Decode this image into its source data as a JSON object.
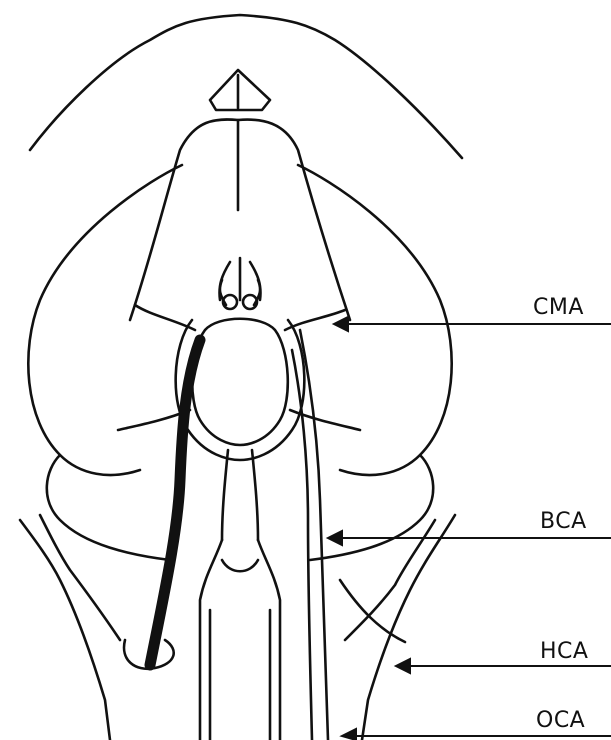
{
  "labels": {
    "cma": "CMA",
    "bca": "BCA",
    "hca": "HCA",
    "oca": "OCA"
  },
  "colors": {
    "ink": "#111111",
    "background": "#ffffff"
  }
}
